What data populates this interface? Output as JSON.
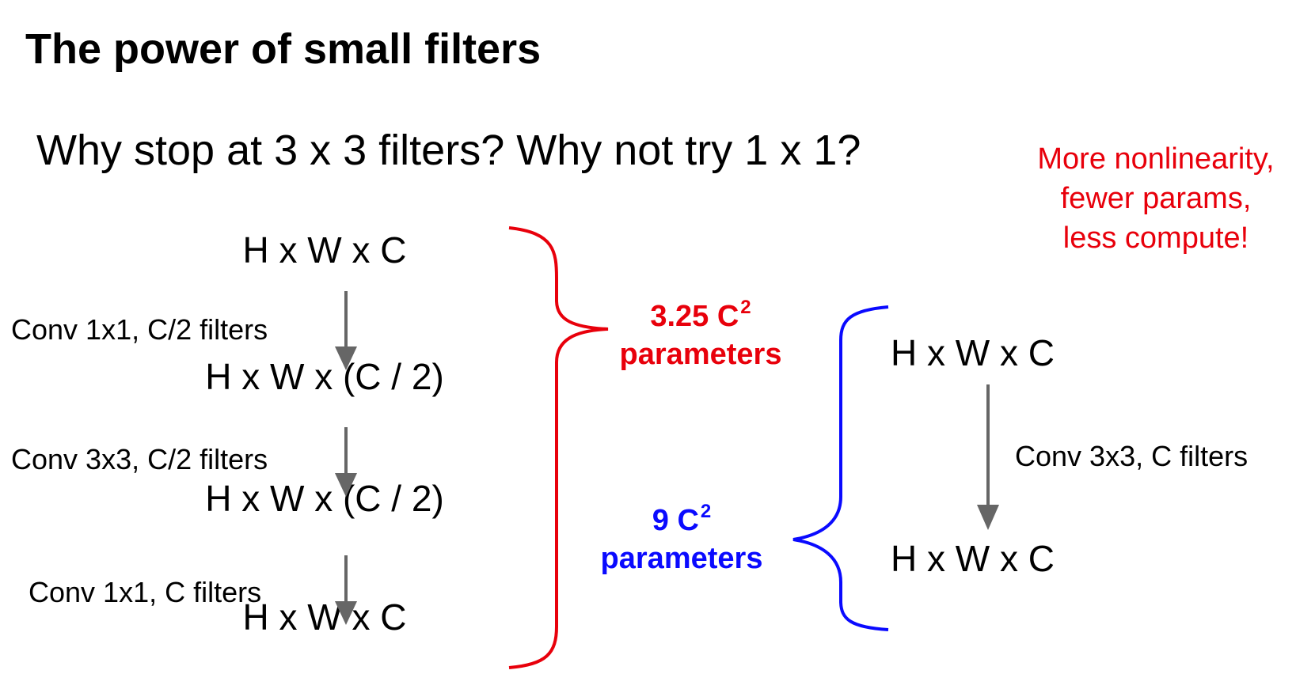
{
  "title": "The power of small filters",
  "question": "Why stop at 3 x 3 filters? Why not try 1 x 1?",
  "note": {
    "lines": [
      "More nonlinearity,",
      "fewer params,",
      "less compute!"
    ],
    "color": "#e8000b"
  },
  "left_stack": {
    "shapes": [
      "H x W x C",
      "H x W x (C / 2)",
      "H x W x (C / 2)",
      "H x W x C"
    ],
    "ops": [
      "Conv 1x1, C/2 filters",
      "Conv 3x3, C/2 filters",
      "Conv 1x1, C filters"
    ],
    "params_value": "3.25 C",
    "params_sup": "2",
    "params_label": "parameters",
    "color": "#e8000b"
  },
  "right_stack": {
    "shapes": [
      "H x W x C",
      "H x W x C"
    ],
    "ops": [
      "Conv 3x3, C filters"
    ],
    "params_value": "9 C",
    "params_sup": "2",
    "params_label": "parameters",
    "color": "#0a0aff"
  },
  "arrow_color": "#666666"
}
